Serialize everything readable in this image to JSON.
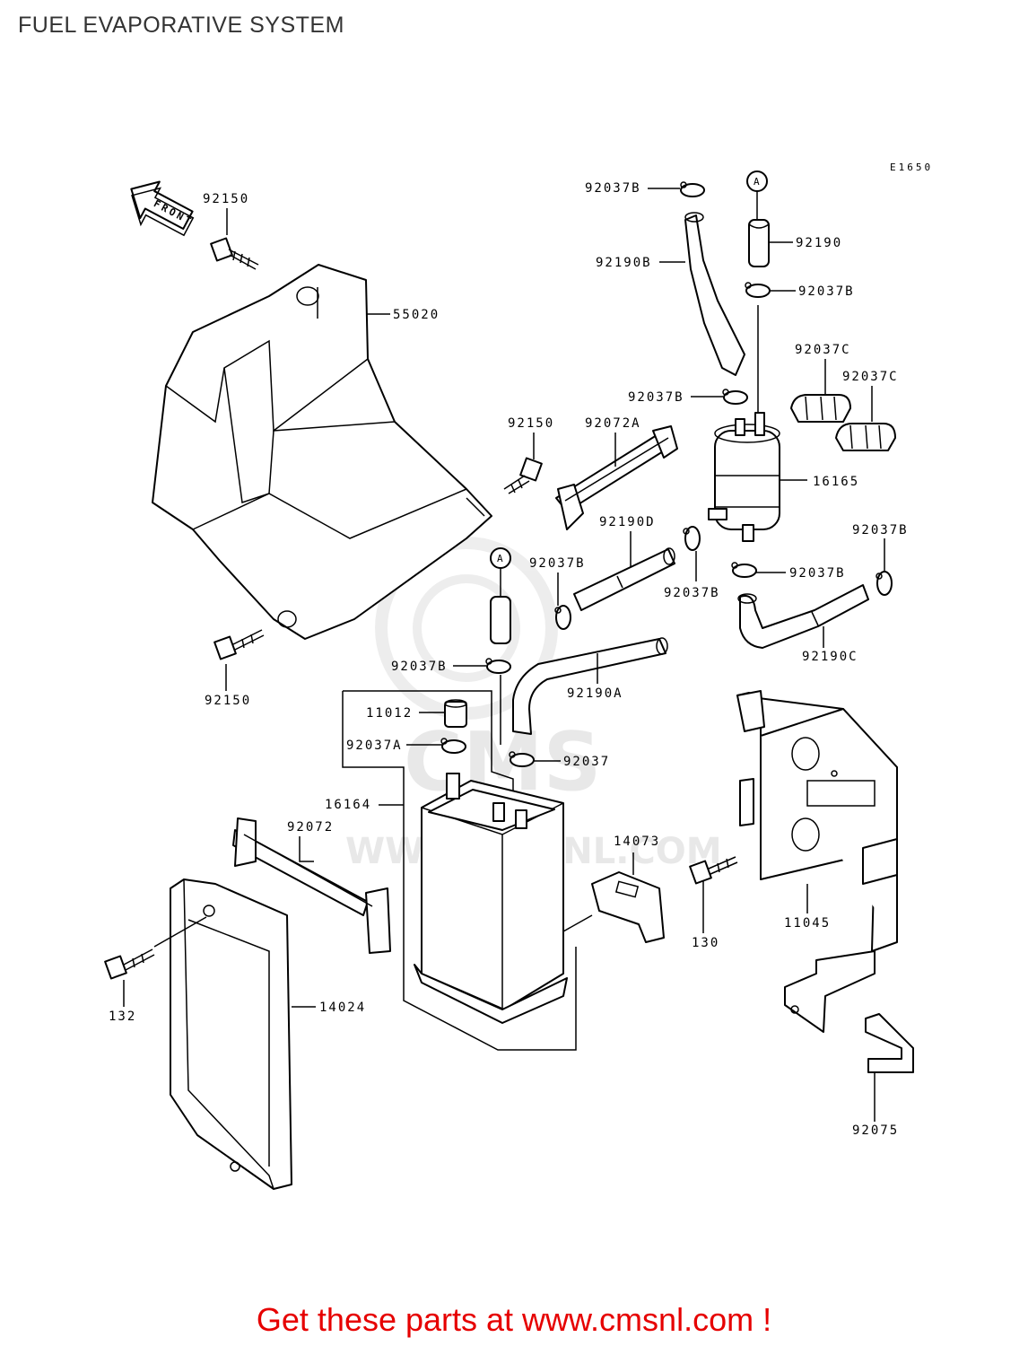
{
  "title": "FUEL EVAPORATIVE SYSTEM",
  "diagram_code": "E1650",
  "front_arrow_label": "FRONT",
  "ref_marker": "A",
  "watermark": {
    "brand": "CMS",
    "url": "WWW.CMSNL.COM"
  },
  "labels": {
    "p92150_top": "92150",
    "p92150_mid": "92150",
    "p92150_bot": "92150",
    "p55020": "55020",
    "p92037B_1": "92037B",
    "p92037B_2": "92037B",
    "p92037B_3": "92037B",
    "p92037B_4": "92037B",
    "p92037B_5": "92037B",
    "p92037B_6": "92037B",
    "p92037B_7": "92037B",
    "p92037B_8": "92037B",
    "p92190B": "92190B",
    "p92190": "92190",
    "p92037C_1": "92037C",
    "p92037C_2": "92037C",
    "p92072A": "92072A",
    "p16165": "16165",
    "p92190D": "92190D",
    "p92190C": "92190C",
    "p92190A": "92190A",
    "p11012": "11012",
    "p92037A": "92037A",
    "p92037": "92037",
    "p16164": "16164",
    "p92072": "92072",
    "p14073": "14073",
    "p130": "130",
    "p11045": "11045",
    "p132": "132",
    "p14024": "14024",
    "p92075": "92075"
  },
  "footer": "Get these parts at www.cmsnl.com !"
}
